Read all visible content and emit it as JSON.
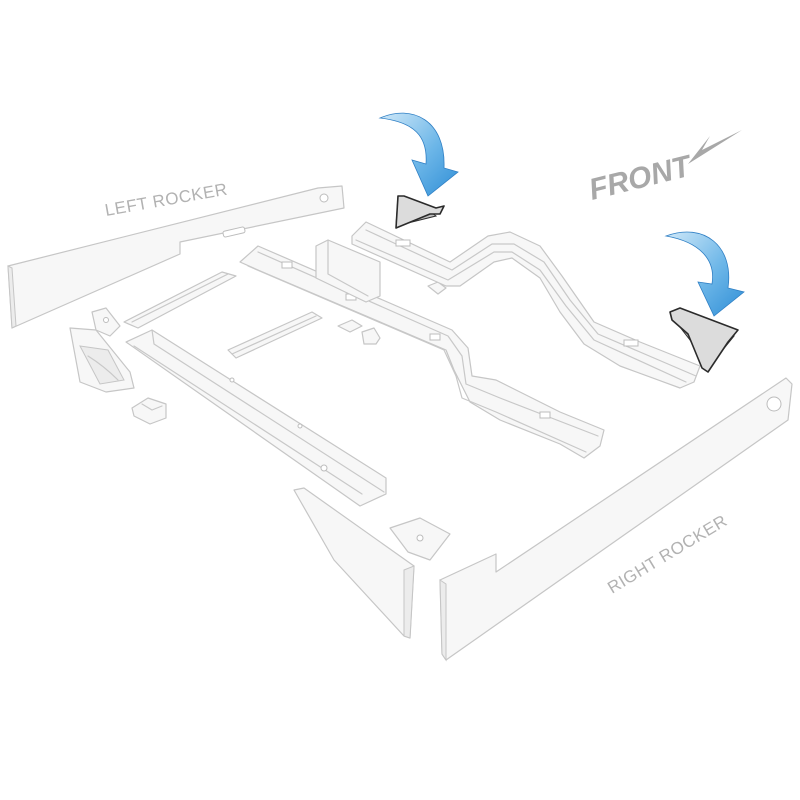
{
  "labels": {
    "left_rocker": "LEFT ROCKER",
    "right_rocker": "RIGHT ROCKER",
    "front": "FRONT"
  },
  "colors": {
    "arrow_light": "#9fd0f0",
    "arrow_dark": "#2f8ed6",
    "highlighted_part": "#2b2b2b",
    "label_gray": "#b2b2b2",
    "part_outline": "#c6c6c6"
  },
  "icons": {
    "front_direction": "arrow-right-icon",
    "callout": "curved-arrow-down-icon"
  }
}
